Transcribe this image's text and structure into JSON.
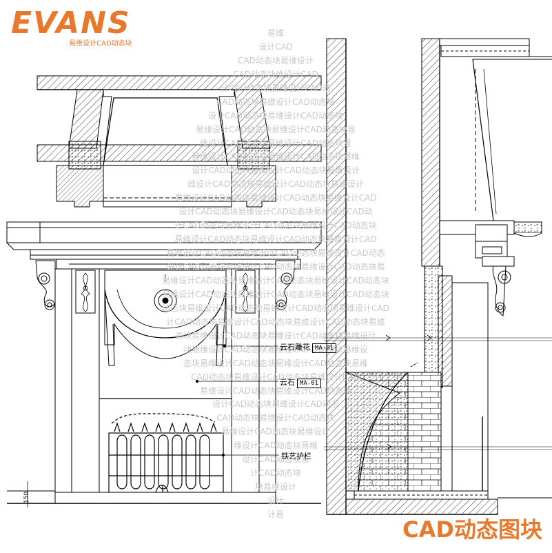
{
  "logo": {
    "wordmark": "EVANS",
    "subtitle": "易维设计CAD动态块"
  },
  "corner_title": "CAD动态图块",
  "watermark": {
    "lines": [
      "易维",
      "设计CAD",
      "CAD动态块易维设计",
      "CAD动态块维设计CAD",
      "计CAD动态块易维设计CAD动",
      "CAD动态块易维设计CAD动态块",
      "设计CAD动态块易维设计CAD动态块",
      "易维设计CAD动态块易维设计CAD动态块易",
      "维设计CAD动态块易维设计CAD动态块易",
      "易维设计CAD动态块易维设计CAD动态块易维",
      "设计CAD动态块易维设计CAD动态块易维设计",
      "维设计CAD动态块易维设计CAD动态块易维设计",
      "易维设计CAD动态块易维设计CAD动态块易维设计CAD",
      "设计CAD动态块易维设计CAD动态块易维设计CAD动",
      "计CAD动态块易维设计CAD动态块易维设计CAD动态块",
      "易维设计CAD动态块易维设计CAD动态块易维设计CAD",
      "易维设计CAD动态块易维设计CAD动态块易维设计CAD动态",
      "设计CAD动态块易维设计CAD动态块易维设计CAD动态块易",
      "易维设计CAD动态块易维设计CAD动态块易维设计CAD动态块",
      "易维设计CAD动态块易维设计CAD动态块易维设计CAD动态块",
      "动态块易维设计CAD动态块易维设计CAD动态块易维设计CAD",
      "计CAD动态块易维设计CAD动态块易维设计CAD动态块易维",
      "态块易维设计CAD动态块易维设计CAD动态块易维设计",
      "块易维设计CAD动态块易维设计CAD动态块易维设",
      "态块易维设计CAD动态块易维设计CAD动态块易维",
      "CAD动态块易维设计CAD动态块易维设计CAD",
      "易维设计CAD动态块易维设计CAD动态块",
      "设计CAD动态块易维设计CAD动态",
      "CAD动态块易维设计CAD动态块",
      "易维设计CAD动态块易维设计",
      "维设计CAD动态块易维",
      "设计CAD动态块易",
      "计CAD动态块",
      "块易维设计",
      "设计",
      "计易"
    ]
  },
  "annotations": [
    {
      "label": "云石雕花",
      "code": "MA-01"
    },
    {
      "label": "云石",
      "code": "MA-01"
    },
    {
      "label": "铁艺护栏",
      "code": ""
    }
  ],
  "dimension": {
    "value": "150"
  }
}
